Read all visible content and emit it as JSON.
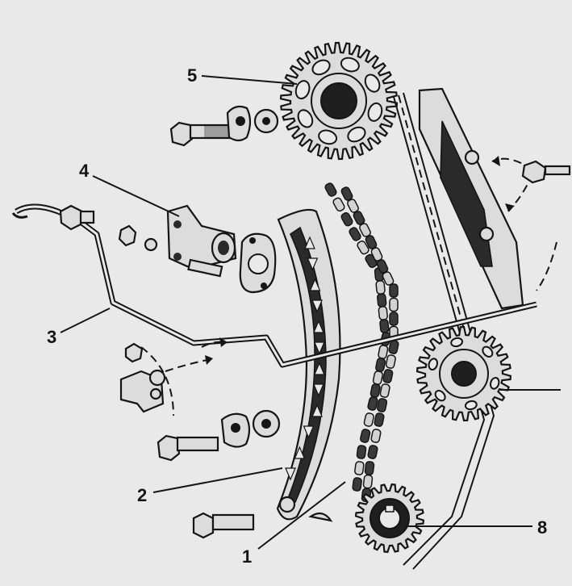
{
  "labels": {
    "chain": "1",
    "guide": "2",
    "oil_pipe": "3",
    "tensioner": "4",
    "camshaft_sprocket": "5",
    "crankshaft_sprocket": "8"
  },
  "colors": {
    "ink": "#151515",
    "paper": "#e9e9e9",
    "part_fill": "#dcdcdc",
    "shade": "#2a2a2a"
  }
}
